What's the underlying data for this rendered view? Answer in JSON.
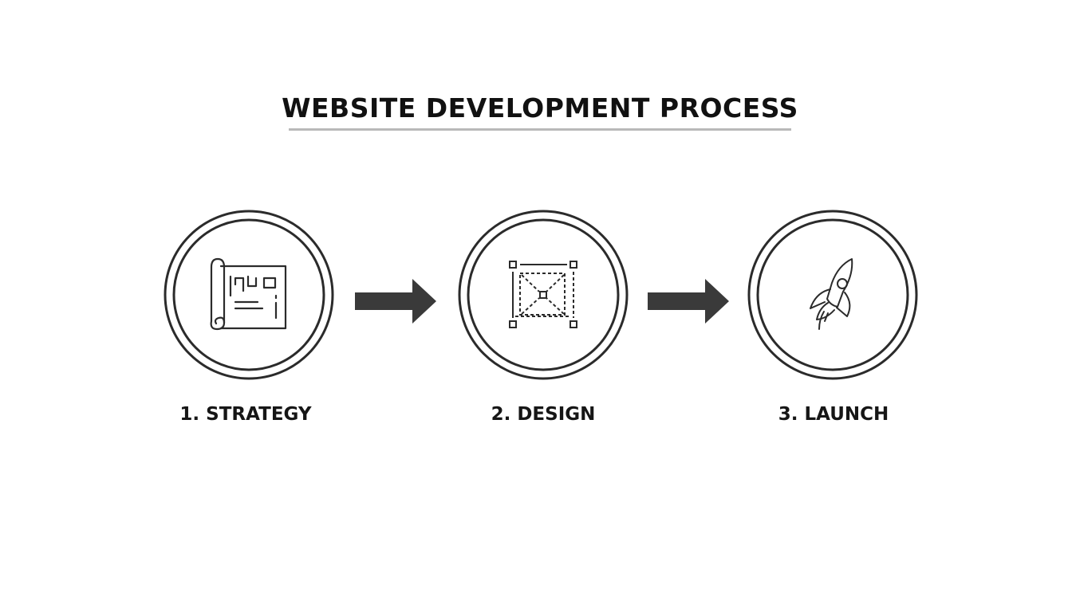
{
  "title": "WEBSITE DEVELOPMENT PROCESS",
  "steps": [
    {
      "label": "1. STRATEGY",
      "icon": "blueprint-icon"
    },
    {
      "label": "2. DESIGN",
      "icon": "wireframe-icon"
    },
    {
      "label": "3. LAUNCH",
      "icon": "rocket-icon"
    }
  ],
  "colors": {
    "outline": "#2b2b2b",
    "arrow": "#3a3a3a",
    "rule": "#b9b9b9",
    "text": "#111111"
  }
}
